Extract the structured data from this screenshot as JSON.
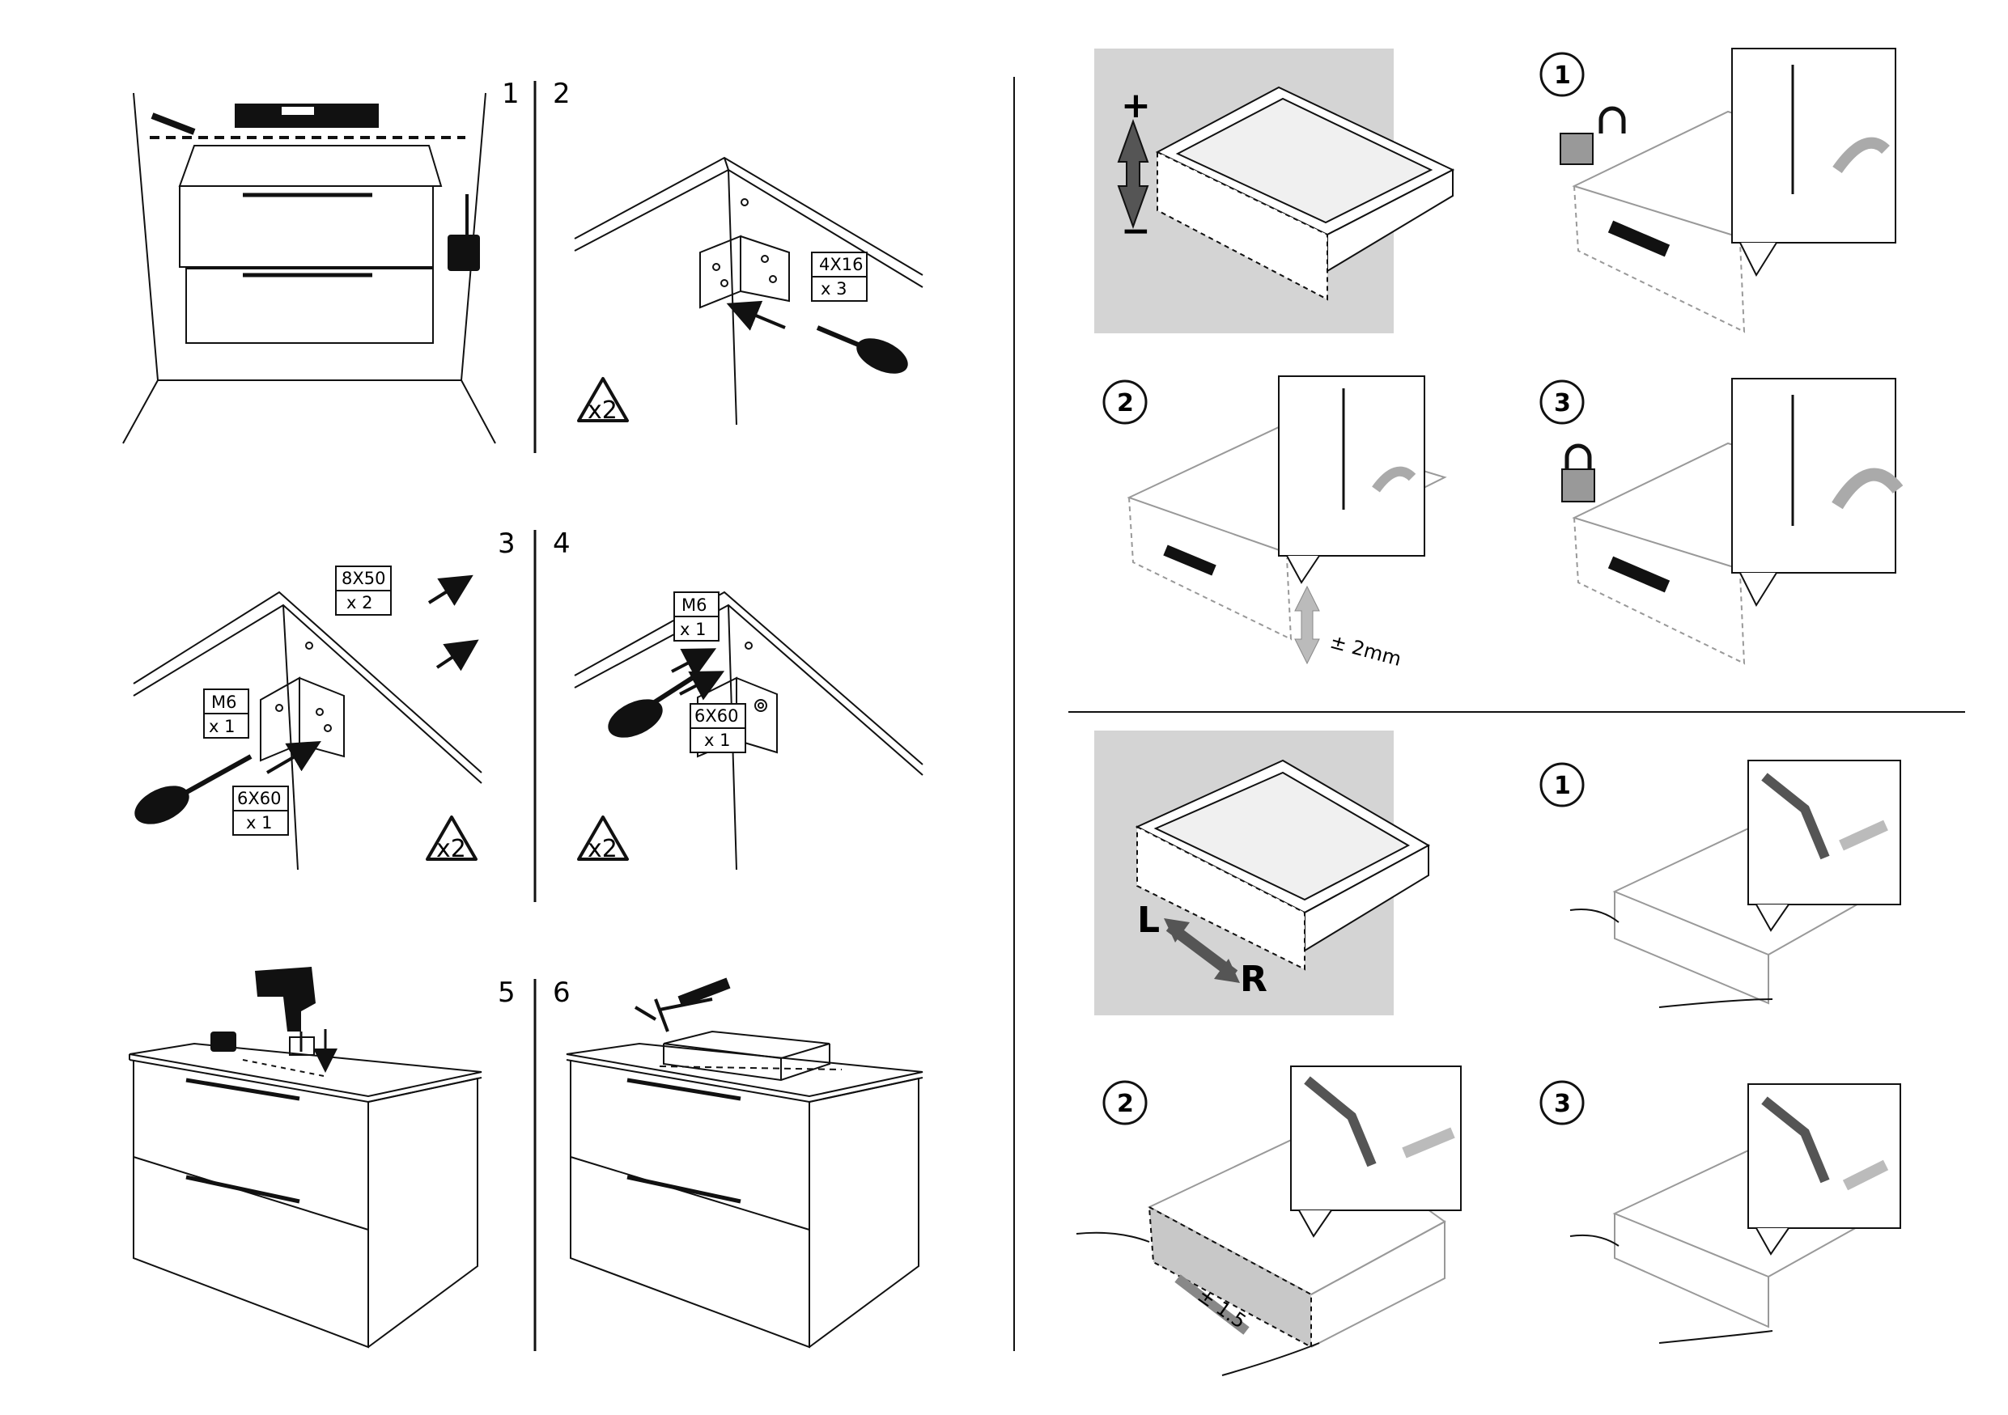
{
  "install_steps": {
    "step1": "1",
    "step2": "2",
    "step3": "3",
    "step4": "4",
    "step5": "5",
    "step6": "6"
  },
  "screw_labels": {
    "s2_size": "4X16",
    "s2_qty": "x 3",
    "s3a_size": "8X50",
    "s3a_qty": "x 2",
    "s3b_size": "M6",
    "s3b_qty": "x 1",
    "s3c_size": "6X60",
    "s3c_qty": "x 1",
    "s4a_size": "M6",
    "s4a_qty": "x 1",
    "s4b_size": "6X60",
    "s4b_qty": "x 1"
  },
  "repeat_badges": {
    "b2": "x2",
    "b3": "x2",
    "b4": "x2"
  },
  "height_adjust": {
    "plus": "+",
    "minus": "−",
    "n1": "1",
    "n2": "2",
    "n3": "3",
    "tolerance": "± 2mm"
  },
  "side_adjust": {
    "left": "L",
    "right": "R",
    "n1": "1",
    "n2": "2",
    "n3": "3",
    "tolerance": "± 1.5"
  },
  "colors": {
    "panel_gray": "#d4d4d4",
    "line": "#111111",
    "arrow_gray": "#bdbdbd"
  },
  "icons": [
    "pencil-icon",
    "spirit-level-icon",
    "tape-measure-icon",
    "screwdriver-icon",
    "drill-icon",
    "caulk-gun-icon",
    "unlock-icon",
    "lock-icon",
    "hand-icon"
  ]
}
